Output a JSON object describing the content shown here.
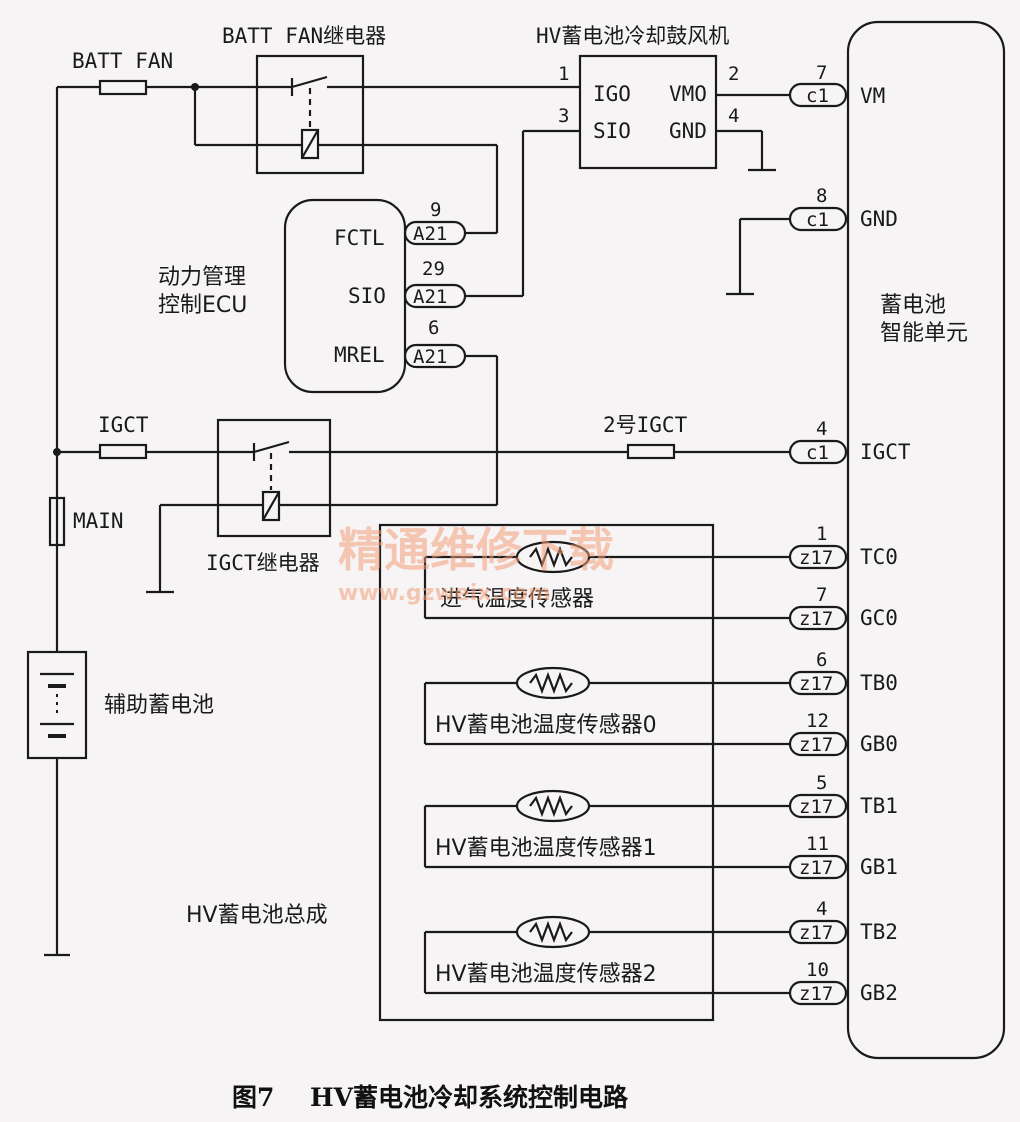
{
  "caption": {
    "fig": "图7",
    "title": "HV蓄电池冷却系统控制电路"
  },
  "watermark": {
    "line1": "精通维修下载",
    "line2": "www.gzweix.com"
  },
  "fuses": {
    "batt_fan": "BATT FAN",
    "igct": "IGCT",
    "main": "MAIN",
    "igct2": "2号IGCT"
  },
  "relays": {
    "batt_fan": "BATT FAN继电器",
    "igct": "IGCT继电器"
  },
  "blower": {
    "title": "HV蓄电池冷却鼓风机",
    "igo": "IGO",
    "sio": "SIO",
    "vmo": "VMO",
    "gnd": "GND",
    "pin_igo": "1",
    "pin_sio": "3",
    "pin_vmo": "2",
    "pin_gnd": "4"
  },
  "ecu": {
    "title_line1": "动力管理",
    "title_line2": "控制ECU",
    "fctl": "FCTL",
    "sio": "SIO",
    "mrel": "MREL",
    "connector": "A21",
    "pin_fctl": "9",
    "pin_sio": "29",
    "pin_mrel": "6"
  },
  "aux_battery": "辅助蓄电池",
  "battery_assembly": "HV蓄电池总成",
  "sensors": {
    "intake": "进气温度传感器",
    "s0": "HV蓄电池温度传感器0",
    "s1": "HV蓄电池温度传感器1",
    "s2": "HV蓄电池温度传感器2"
  },
  "bsu": {
    "title_line1": "蓄电池",
    "title_line2": "智能单元",
    "c1": "c1",
    "z17": "z17",
    "terminals": [
      {
        "pin": "7",
        "conn": "c1",
        "label": "VM"
      },
      {
        "pin": "8",
        "conn": "c1",
        "label": "GND"
      },
      {
        "pin": "4",
        "conn": "c1",
        "label": "IGCT"
      },
      {
        "pin": "1",
        "conn": "z17",
        "label": "TC0"
      },
      {
        "pin": "7",
        "conn": "z17",
        "label": "GC0"
      },
      {
        "pin": "6",
        "conn": "z17",
        "label": "TB0"
      },
      {
        "pin": "12",
        "conn": "z17",
        "label": "GB0"
      },
      {
        "pin": "5",
        "conn": "z17",
        "label": "TB1"
      },
      {
        "pin": "11",
        "conn": "z17",
        "label": "GB1"
      },
      {
        "pin": "4",
        "conn": "z17",
        "label": "TB2"
      },
      {
        "pin": "10",
        "conn": "z17",
        "label": "GB2"
      }
    ]
  }
}
